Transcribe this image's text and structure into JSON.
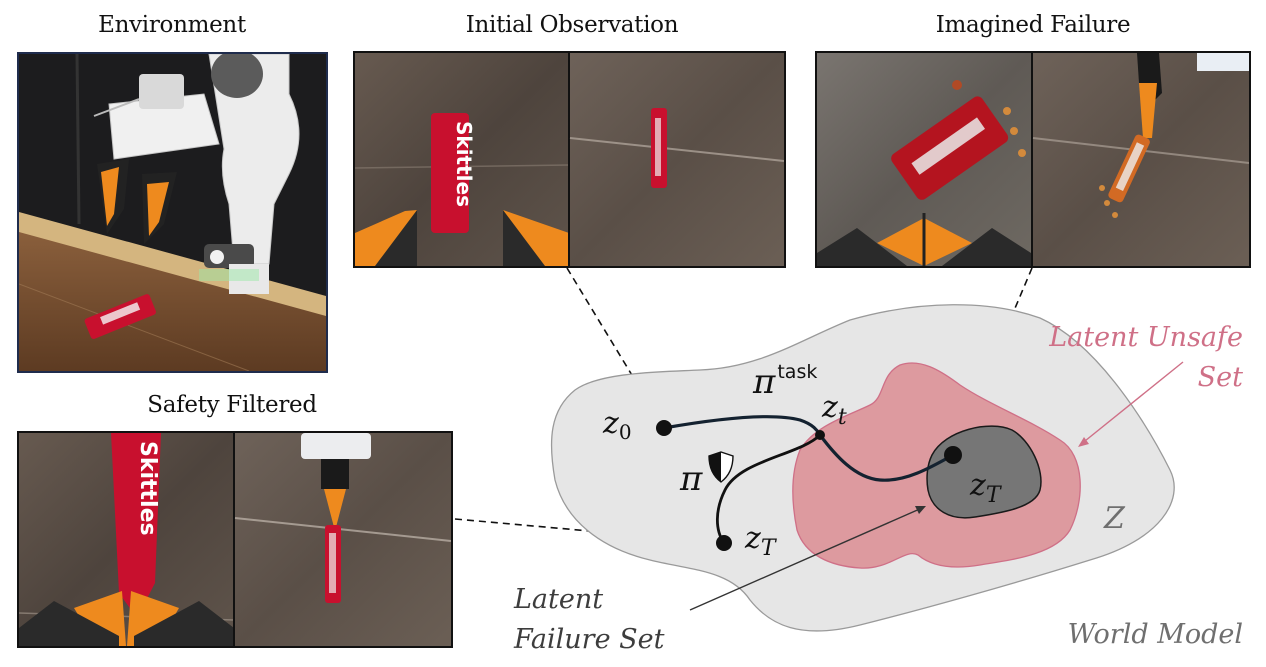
{
  "panels": {
    "environment": {
      "title": "Environment"
    },
    "initial_observation": {
      "title": "Initial Observation",
      "wrapper_text": "Skittles"
    },
    "imagined_failure": {
      "title": "Imagined Failure"
    },
    "safety_filtered": {
      "title": "Safety Filtered",
      "wrapper_text": "Skittles"
    }
  },
  "diagram": {
    "z0": "z",
    "z0_sub": "0",
    "zt": "z",
    "zt_sub": "t",
    "zT_safe": "z",
    "zT_safe_sub": "T",
    "zT_fail": "z",
    "zT_fail_sub": "T",
    "pi_task": "π",
    "pi_task_sup": "task",
    "pi_safe": "π",
    "latent_space_symbol": "Z",
    "latent_unsafe_label_line1": "Latent Unsafe",
    "latent_unsafe_label_line2": "Set",
    "latent_failure_label_line1": "Latent",
    "latent_failure_label_line2": "Failure Set",
    "world_model_label": "World Model"
  },
  "colors": {
    "world_model_fill": "#e6e6e6",
    "world_model_stroke": "#9a9a9a",
    "unsafe_fill": "#dd9a9f",
    "unsafe_stroke": "#cf7087",
    "failure_fill": "#767676",
    "trajectory": "#142230",
    "wood": "#5a4e45",
    "gripper_orange": "#ee8a1e"
  }
}
